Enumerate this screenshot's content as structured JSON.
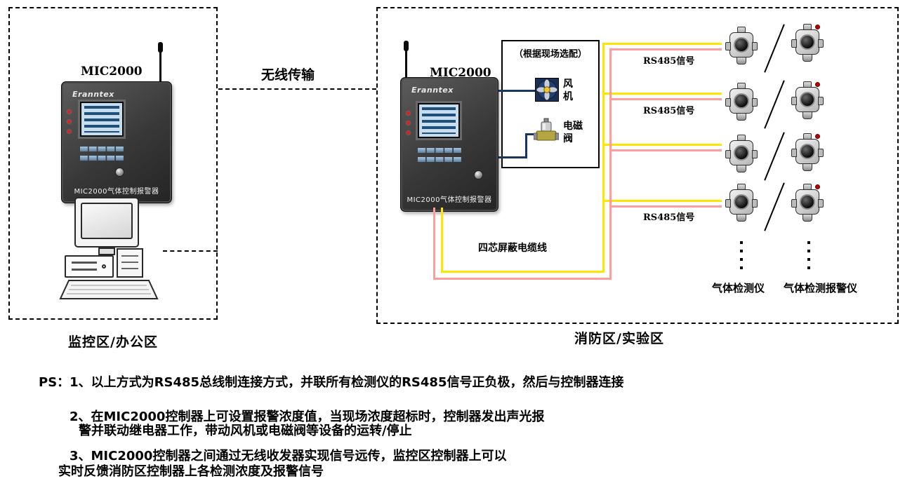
{
  "left_zone": {
    "label": "监控区/办公区",
    "controller": {
      "model": "MIC2000",
      "brand": "Eranntex",
      "panel_label": "MIC2000气体控制报警器"
    }
  },
  "link": {
    "label": "无线传输"
  },
  "right_zone": {
    "label": "消防区/实验区",
    "controller": {
      "model": "MIC2000",
      "brand": "Eranntex",
      "panel_label": "MIC2000气体控制报警器"
    },
    "optional_box": {
      "title": "（根据现场选配）",
      "fan_label": "风机",
      "valve_label": "电磁阀"
    },
    "rs485_labels": [
      "RS485信号",
      "RS485信号",
      "RS485信号"
    ],
    "cable_label": "四芯屏蔽电缆线",
    "detector_column_label": "气体检测仪",
    "alarm_column_label": "气体检测报警仪"
  },
  "notes": {
    "line1": "PS：1、以上方式为RS485总线制连接方式，并联所有检测仪的RS485信号正负极，然后与控制器连接",
    "line2a": "2、在MIC2000控制器上可设置报警浓度值，当现场浓度超标时，控制器发出声光报",
    "line2b": "警并联动继电器工作，带动风机或电磁阀等设备的运转/停止",
    "line3a": "3、MIC2000控制器之间通过无线收发器实现信号远传，监控区控制器上可以",
    "line3b": "实时反馈消防区控制器上各检测浓度及报警信号"
  },
  "colors": {
    "wire_signal_yellow": "#ffe600",
    "wire_signal_pink": "#ff9c9c",
    "wire_control_navy": "#17375e"
  }
}
